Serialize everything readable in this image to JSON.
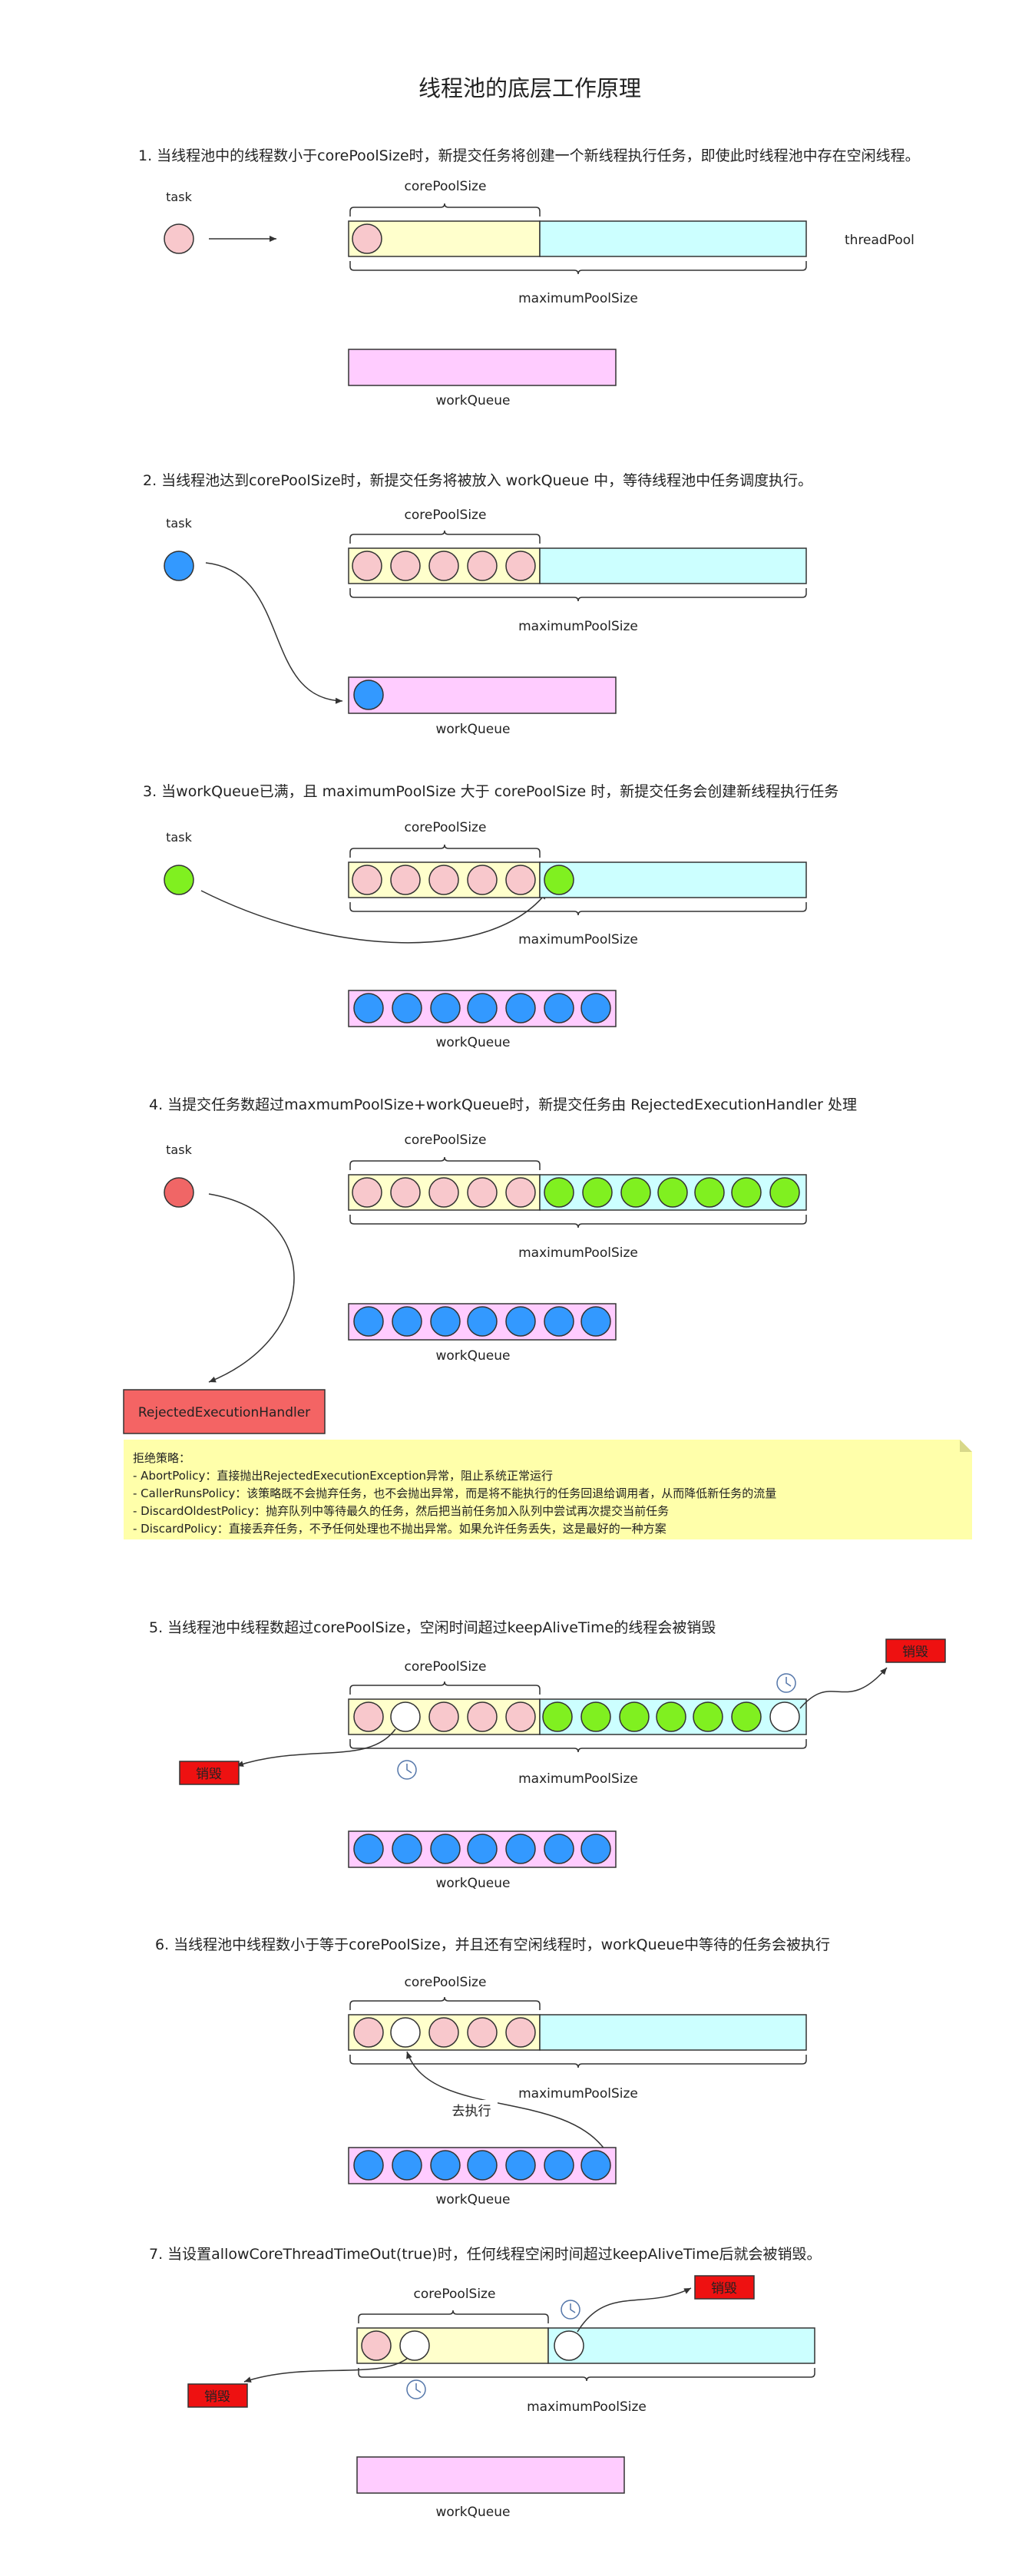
{
  "title": "线程池的底层工作原理",
  "colors": {
    "core_fill": "#FFFFCC",
    "max_fill": "#CCFFFF",
    "queue_fill": "#FFCCFF",
    "task_pink": "#F8C8CC",
    "task_blue": "#3399FF",
    "task_green": "#80F020",
    "task_red": "#F06666",
    "idle_white": "#FFFFFF",
    "destroy_red": "#EE1111",
    "handler_red": "#F46464",
    "note_yellow": "#FFFFAA"
  },
  "labels": {
    "task": "task",
    "core": "corePoolSize",
    "max": "maximumPoolSize",
    "queue": "workQueue",
    "thread_pool": "threadPool",
    "destroy": "销毁",
    "execute": "去执行"
  },
  "sections": [
    {
      "id": 1,
      "heading": "1. 当线程池中的线程数小于corePoolSize时，新提交任务将创建一个新线程执行任务，即使此时线程池中存在空闲线程。"
    },
    {
      "id": 2,
      "heading": "2. 当线程池达到corePoolSize时，新提交任务将被放入 workQueue 中，等待线程池中任务调度执行。"
    },
    {
      "id": 3,
      "heading": "3. 当workQueue已满，且 maximumPoolSize 大于 corePoolSize 时，新提交任务会创建新线程执行任务"
    },
    {
      "id": 4,
      "heading": "4. 当提交任务数超过maxmumPoolSize+workQueue时，新提交任务由 RejectedExecutionHandler 处理"
    },
    {
      "id": 5,
      "heading": "5. 当线程池中线程数超过corePoolSize，空闲时间超过keepAliveTime的线程会被销毁"
    },
    {
      "id": 6,
      "heading": "6. 当线程池中线程数小于等于corePoolSize，并且还有空闲线程时，workQueue中等待的任务会被执行"
    },
    {
      "id": 7,
      "heading": "7. 当设置allowCoreThreadTimeOut(true)时，任何线程空闲时间超过keepAliveTime后就会被销毁。"
    }
  ],
  "rejection": {
    "handler": "RejectedExecutionHandler",
    "note_lines": [
      "拒绝策略：",
      "- AbortPolicy：直接抛出RejectedExecutionException异常，阻止系统正常运行",
      "- CallerRunsPolicy：该策略既不会抛弃任务，也不会抛出异常，而是将不能执行的任务回退给调用者，从而降低新任务的流量",
      "- DiscardOldestPolicy：抛弃队列中等待最久的任务，然后把当前任务加入队列中尝试再次提交当前任务",
      "- DiscardPolicy：直接丢弃任务，不予任何处理也不抛出异常。如果允许任务丢失，这是最好的一种方案"
    ]
  }
}
